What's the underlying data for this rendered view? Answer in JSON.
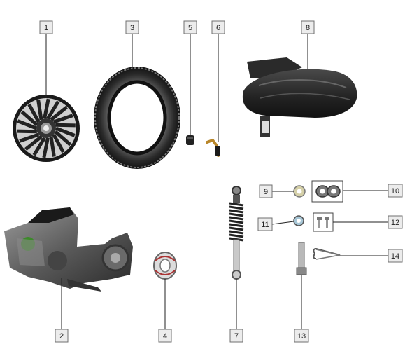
{
  "callouts": [
    {
      "id": "label-1",
      "text": "1"
    },
    {
      "id": "label-2",
      "text": "2"
    },
    {
      "id": "label-3",
      "text": "3"
    },
    {
      "id": "label-4",
      "text": "4"
    },
    {
      "id": "label-5",
      "text": "5"
    },
    {
      "id": "label-6",
      "text": "6"
    },
    {
      "id": "label-7",
      "text": "7"
    },
    {
      "id": "label-8",
      "text": "8"
    },
    {
      "id": "label-9",
      "text": "9"
    },
    {
      "id": "label-10",
      "text": "10"
    },
    {
      "id": "label-11",
      "text": "11"
    },
    {
      "id": "label-12",
      "text": "12"
    },
    {
      "id": "label-13",
      "text": "13"
    },
    {
      "id": "label-14",
      "text": "14"
    }
  ],
  "colors": {
    "label_fill": "#ececec",
    "label_border": "#6f6f6f",
    "line": "#222222"
  }
}
